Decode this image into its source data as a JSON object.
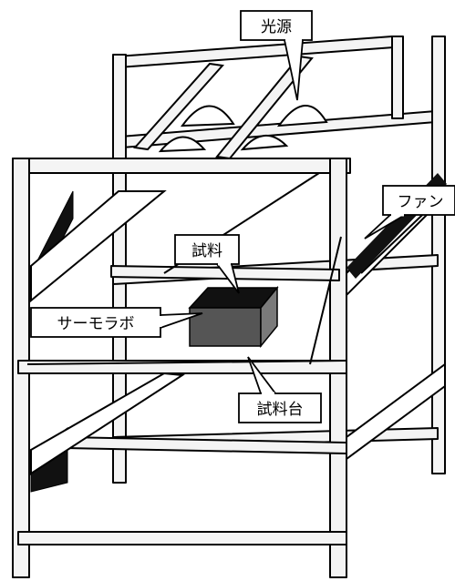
{
  "labels": {
    "light_source": "光源",
    "fan": "ファン",
    "sample": "試料",
    "thermolabo": "サーモラボ",
    "sample_stage": "試料台"
  },
  "colors": {
    "line": "#000000",
    "background": "#ffffff",
    "sample_top": "#111111",
    "sample_front": "#555555",
    "sample_side": "#7a7a7a",
    "frame_fill": "#f4f4f4"
  }
}
